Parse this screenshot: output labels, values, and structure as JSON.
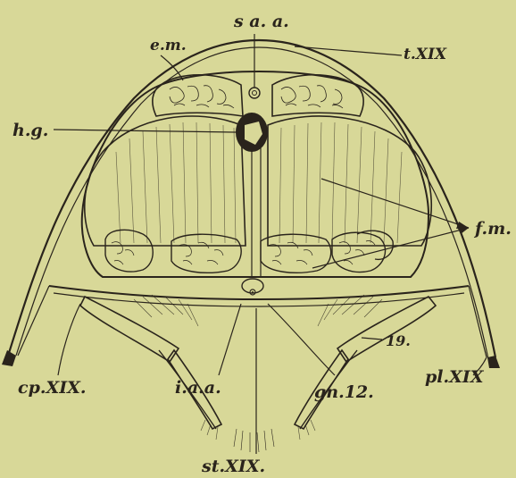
{
  "labels": {
    "saa": "s a. a.",
    "em": "e.m.",
    "t19": "t.XIX",
    "hg": "h.g.",
    "fm": "f.m.",
    "n19": "19.",
    "cp": "cp.XIX.",
    "iaa": "i.a.a.",
    "gn12": "gn.12.",
    "pl": "pl.XIX",
    "st": "st.XIX."
  },
  "colors": {
    "paper": "#d8d898",
    "ink": "#2a241c"
  }
}
